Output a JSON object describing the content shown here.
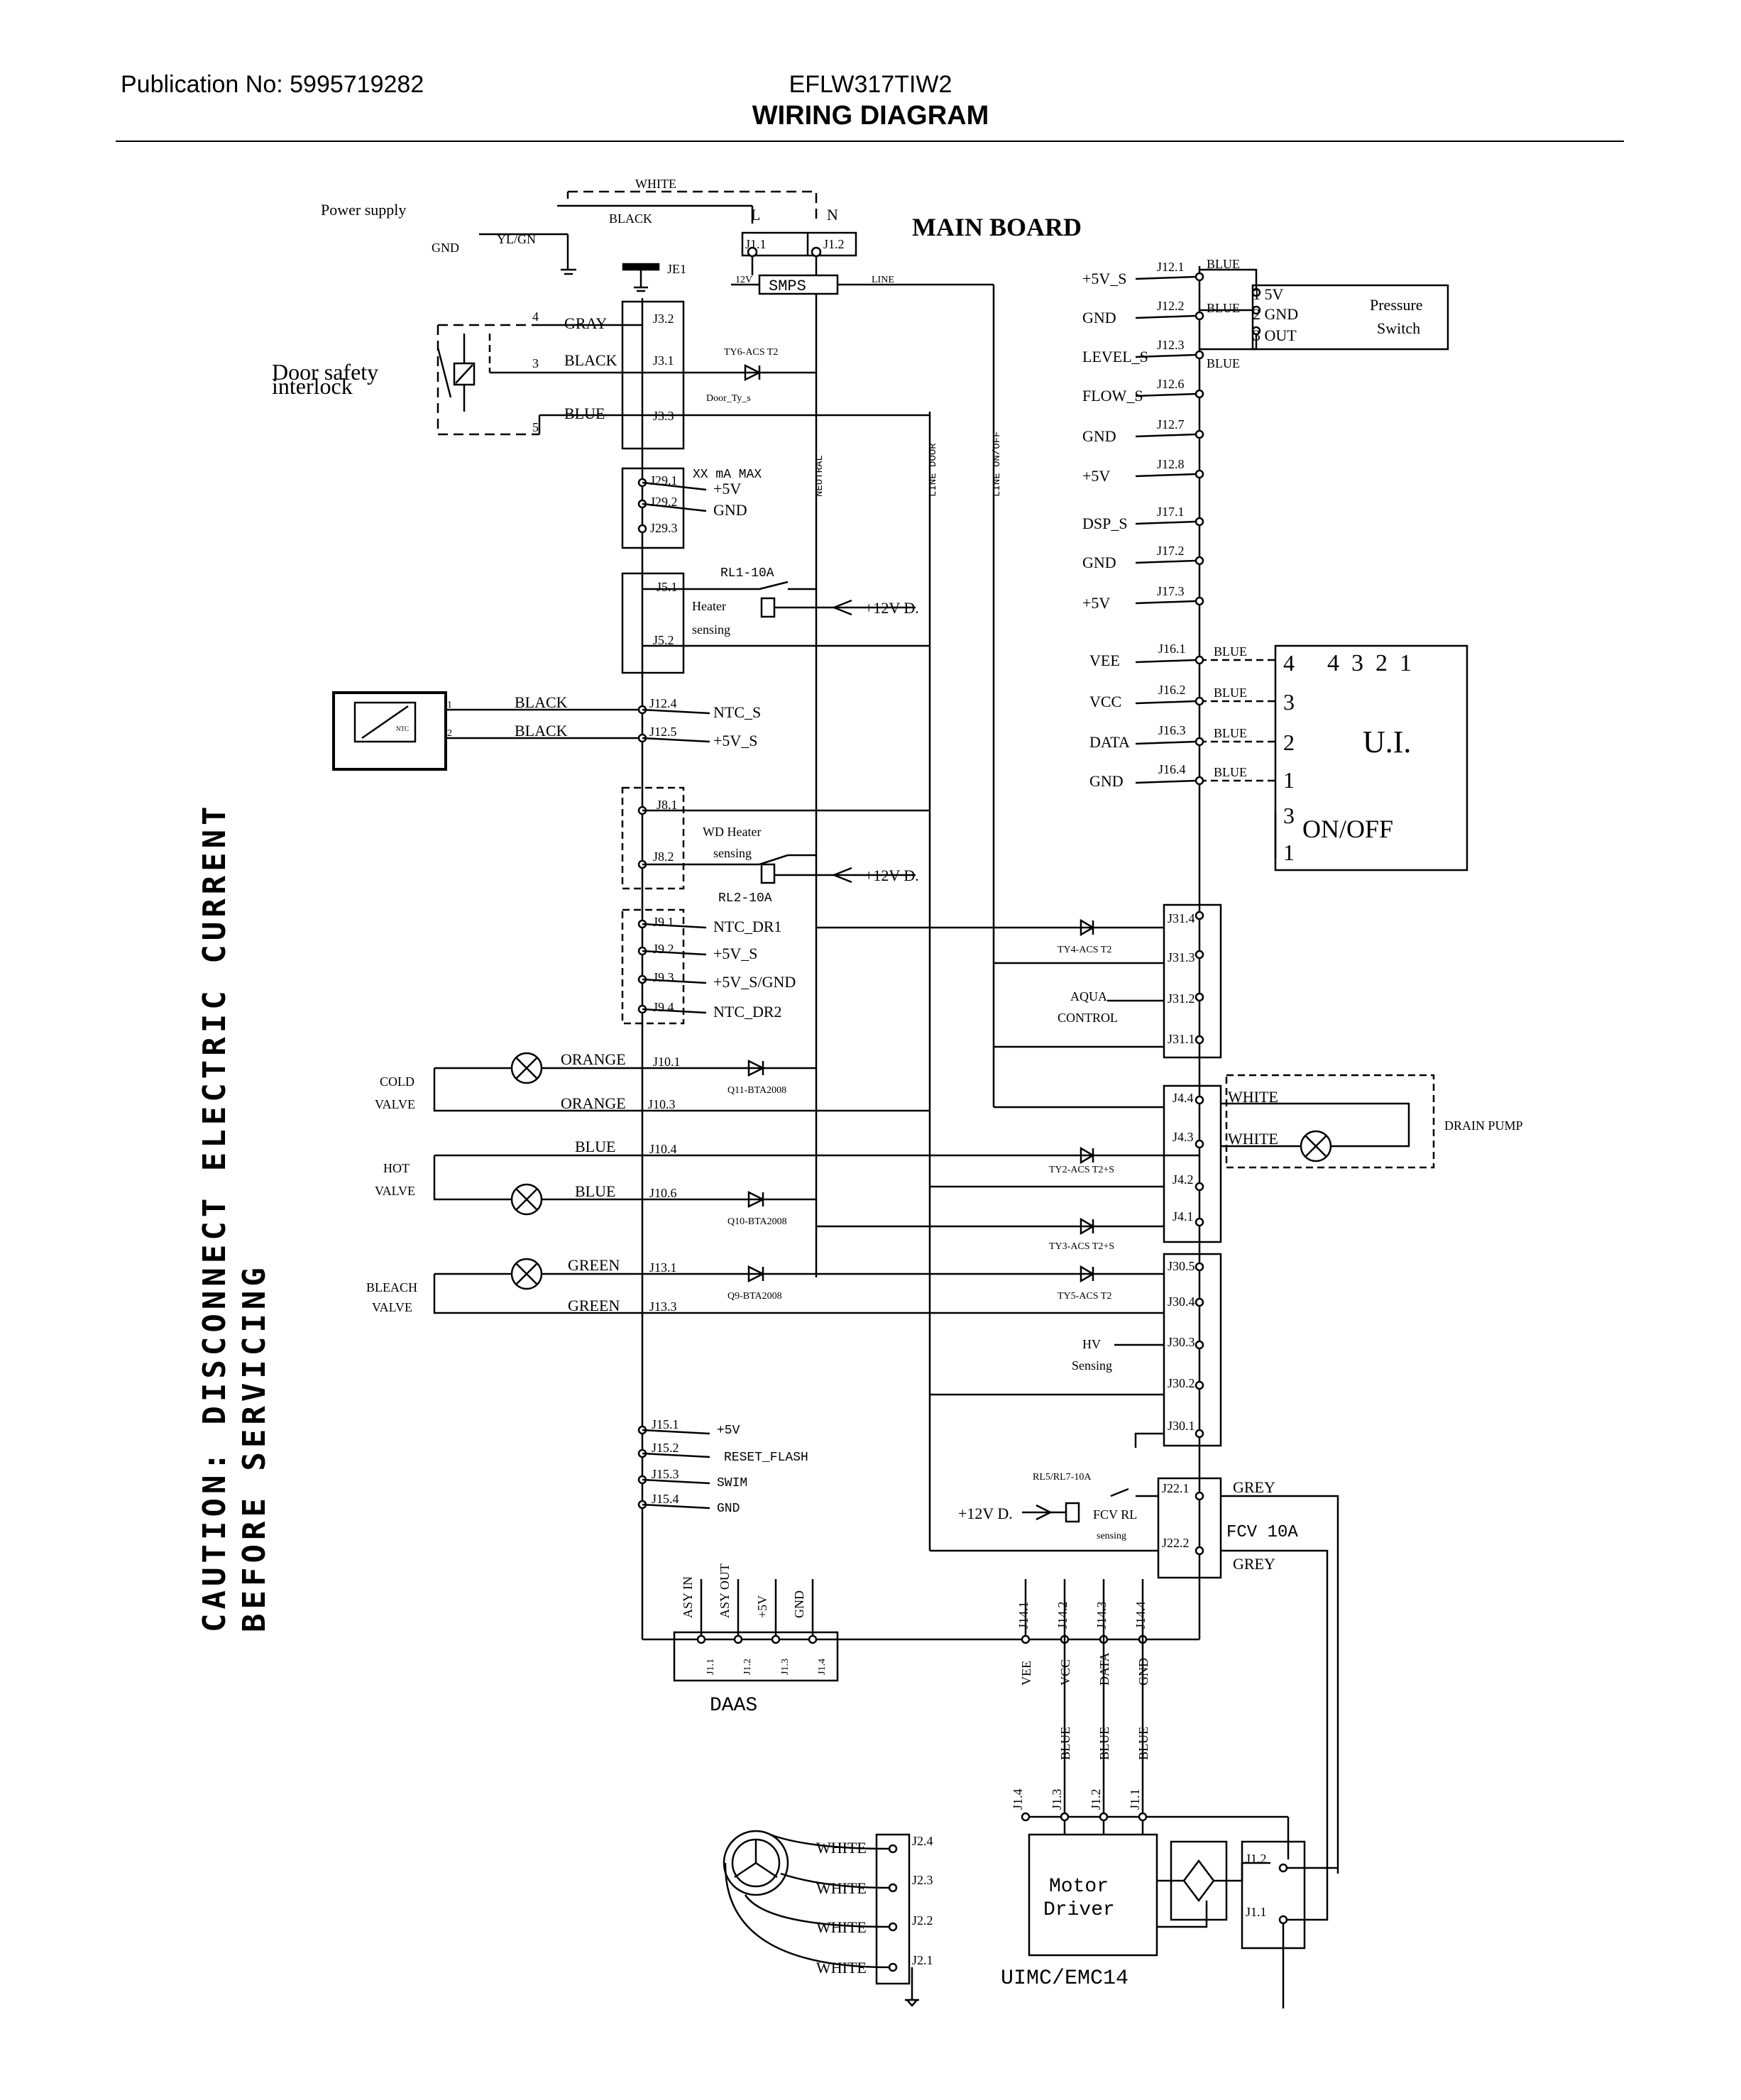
{
  "header": {
    "publication": "Publication No: 5995719282",
    "model": "EFLW317TIW2",
    "title": "WIRING DIAGRAM"
  },
  "caution": [
    "CAUTION: DISCONNECT ELECTRIC CURRENT",
    "BEFORE SERVICING"
  ],
  "power": {
    "label": "Power supply",
    "gnd": "GND",
    "white": "WHITE",
    "black": "BLACK",
    "ylgn": "YL/GN",
    "L": "L",
    "N": "N",
    "j11": "J1.1",
    "j12": "J1.2",
    "je1": "JE1",
    "smps": "SMPS",
    "v12": "12V",
    "line": "LINE"
  },
  "main_board": "MAIN BOARD",
  "door": {
    "label1": "Door safety",
    "label2": "interlock",
    "wires": [
      {
        "num": "4",
        "color": "GRAY",
        "conn": "J3.2"
      },
      {
        "num": "3",
        "color": "BLACK",
        "conn": "J3.1"
      },
      {
        "num": "5",
        "color": "BLUE",
        "conn": "J3.3"
      }
    ],
    "triac": "TY6-ACS T2",
    "triac_label": "Door_Ty_s"
  },
  "vert_labels": {
    "neutral": "NEUTRAL",
    "line_door": "LINE DOOR",
    "line_onoff": "LINE ON/OFF"
  },
  "j29": {
    "title": "XX mA MAX",
    "pins": [
      "J29.1",
      "J29.2",
      "J29.3"
    ],
    "sig": [
      "+5V",
      "GND"
    ]
  },
  "heater": {
    "relay": "RL1-10A",
    "pins": [
      "J5.1",
      "J5.2"
    ],
    "sense1": "Heater",
    "sense2": "sensing",
    "v12": "+12V D."
  },
  "ntc": {
    "wires": [
      "BLACK",
      "BLACK"
    ],
    "nums": [
      "1",
      "2"
    ],
    "label": "NTC",
    "pins": [
      "J12.4",
      "J12.5"
    ],
    "sig": [
      "NTC_S",
      "+5V_S"
    ]
  },
  "wd": {
    "label1": "WD Heater",
    "label2": "sensing",
    "pins": [
      "J8.1",
      "J8.2"
    ],
    "relay": "RL2-10A",
    "v12": "+12V D."
  },
  "j9": {
    "pins": [
      "J9.1",
      "J9.2",
      "J9.3",
      "J9.4"
    ],
    "sig": [
      "NTC_DR1",
      "+5V_S",
      "+5V_S/GND",
      "NTC_DR2"
    ]
  },
  "cold": {
    "l1": "COLD",
    "l2": "VALVE",
    "wires": [
      "ORANGE",
      "ORANGE"
    ],
    "pins": [
      "J10.1",
      "J10.3"
    ],
    "triac": "Q11-BTA2008"
  },
  "hot": {
    "l1": "HOT",
    "l2": "VALVE",
    "wires": [
      "BLUE",
      "BLUE"
    ],
    "pins": [
      "J10.4",
      "J10.6"
    ],
    "triac": "Q10-BTA2008"
  },
  "bleach": {
    "l1": "BLEACH",
    "l2": "VALVE",
    "wires": [
      "GREEN",
      "GREEN"
    ],
    "pins": [
      "J13.1",
      "J13.3"
    ],
    "triac": "Q9-BTA2008"
  },
  "j15": {
    "pins": [
      "J15.1",
      "J15.2",
      "J15.3",
      "J15.4"
    ],
    "sig": [
      "+5V",
      "RESET_FLASH",
      "SWIM",
      "GND"
    ]
  },
  "daas": {
    "title": "DAAS",
    "sig": [
      "ASY IN",
      "ASY OUT",
      "+5V",
      "GND"
    ],
    "pins": [
      "J1.1",
      "J1.2",
      "J1.3",
      "J1.4"
    ]
  },
  "right": {
    "j12": [
      {
        "sig": "+5V_S",
        "pin": "J12.1"
      },
      {
        "sig": "GND",
        "pin": "J12.2"
      },
      {
        "sig": "LEVEL_S",
        "pin": "J12.3"
      },
      {
        "sig": "FLOW_S",
        "pin": "J12.6"
      },
      {
        "sig": "GND",
        "pin": "J12.7"
      },
      {
        "sig": "+5V",
        "pin": "J12.8"
      }
    ],
    "j17": [
      {
        "sig": "DSP_S",
        "pin": "J17.1"
      },
      {
        "sig": "GND",
        "pin": "J17.2"
      },
      {
        "sig": "+5V",
        "pin": "J17.3"
      }
    ],
    "pressure": {
      "blue": "BLUE",
      "pins": [
        "1 5V",
        "2 GND",
        "3 OUT"
      ],
      "l1": "Pressure",
      "l2": "Switch"
    },
    "j16": [
      {
        "sig": "VEE",
        "pin": "J16.1"
      },
      {
        "sig": "VCC",
        "pin": "J16.2"
      },
      {
        "sig": "DATA",
        "pin": "J16.3"
      },
      {
        "sig": "GND",
        "pin": "J16.4"
      }
    ],
    "ui": {
      "wire": "BLUE",
      "nums": [
        "4",
        "3",
        "2",
        "1"
      ],
      "header": "4  3  2  1",
      "title": "U.I.",
      "onoff": "ON/OFF",
      "on_nums": [
        "3",
        "1"
      ]
    },
    "j31": {
      "pins": [
        "J31.4",
        "J31.3",
        "J31.2",
        "J31.1"
      ],
      "triac": "TY4-ACS T2",
      "aqua1": "AQUA",
      "aqua2": "CONTROL"
    },
    "j4": {
      "pins": [
        "J4.4",
        "J4.3",
        "J4.2",
        "J4.1"
      ],
      "w": [
        "WHITE",
        "WHITE"
      ],
      "drain": "DRAIN PUMP",
      "ty2": "TY2-ACS T2+S",
      "ty3": "TY3-ACS T2+S"
    },
    "j30": {
      "pins": [
        "J30.5",
        "J30.4",
        "J30.3",
        "J30.2",
        "J30.1"
      ],
      "ty5": "TY5-ACS T2",
      "hv1": "HV",
      "hv2": "Sensing"
    },
    "fcv": {
      "relay": "RL5/RL7-10A",
      "pins": [
        "J22.1",
        "J22.2"
      ],
      "grey": [
        "GREY",
        "GREY"
      ],
      "title": "FCV 10A",
      "v12": "+12V D.",
      "rl1": "FCV RL",
      "rl2": "sensing"
    },
    "j14": {
      "pins": [
        "J14.1",
        "J14.2",
        "J14.3",
        "J14.4"
      ],
      "sig": [
        "VEE",
        "VCC",
        "DATA",
        "GND"
      ],
      "blue": [
        "BLUE",
        "BLUE",
        "BLUE"
      ]
    }
  },
  "motor": {
    "top_pins": [
      "J1.4",
      "J1.3",
      "J1.2",
      "J1.1"
    ],
    "l1": "Motor",
    "l2": "Driver",
    "title": "UIMC/EMC14",
    "j2": [
      "J2.4",
      "J2.3",
      "J2.2",
      "J2.1"
    ],
    "white": [
      "WHITE",
      "WHITE",
      "WHITE",
      "WHITE"
    ],
    "j1r": [
      "J1.2",
      "J1.1"
    ]
  }
}
